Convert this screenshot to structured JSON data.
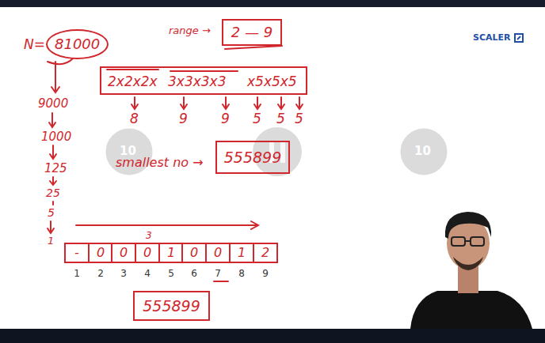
{
  "diagram": {
    "nodes": [
      {
        "text": [
          "81000"
        ]
      },
      {
        "text": [
          "2 — 9"
        ]
      },
      {
        "text": [
          "2x2x2x",
          "3x3x3x3",
          "x5x5x5"
        ]
      },
      {
        "text": [
          "555899"
        ]
      },
      {
        "text": [
          "555899"
        ]
      }
    ],
    "labels": [
      "N=",
      "range →",
      "SCALER",
      "8",
      "9",
      "9",
      "5",
      "5",
      "5",
      "9000",
      "1000",
      "125",
      "25",
      "5",
      "1",
      "smallest no →",
      "-",
      "0",
      "0",
      "0",
      "1",
      "0",
      "0",
      "1",
      "2",
      "3",
      "1",
      "2",
      "3",
      "4",
      "5",
      "6",
      "7",
      "8",
      "9",
      "10",
      "10"
    ]
  }
}
